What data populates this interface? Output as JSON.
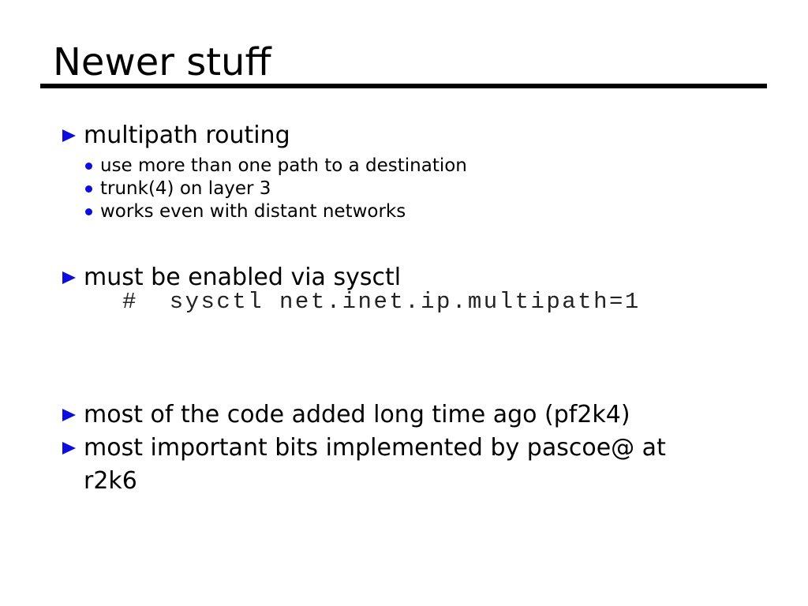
{
  "slide": {
    "title": "Newer stuff",
    "bullets": [
      {
        "label": "multipath routing"
      },
      {
        "label": "must be enabled via sysctl"
      },
      {
        "label": "most of the code added long time ago (pf2k4)"
      },
      {
        "label": "most important bits implemented by pascoe@ at",
        "wrap": "r2k6"
      }
    ],
    "sub_bullets": [
      "use more than one path to a destination",
      "trunk(4) on layer 3",
      "works even with distant networks"
    ],
    "code_line": "#  sysctl net.inet.ip.multipath=1",
    "colors": {
      "background": "#ffffff",
      "text": "#000000",
      "title_rule": "#000000",
      "bullet_accent": "#0d0de0",
      "code_text": "#222222"
    }
  }
}
